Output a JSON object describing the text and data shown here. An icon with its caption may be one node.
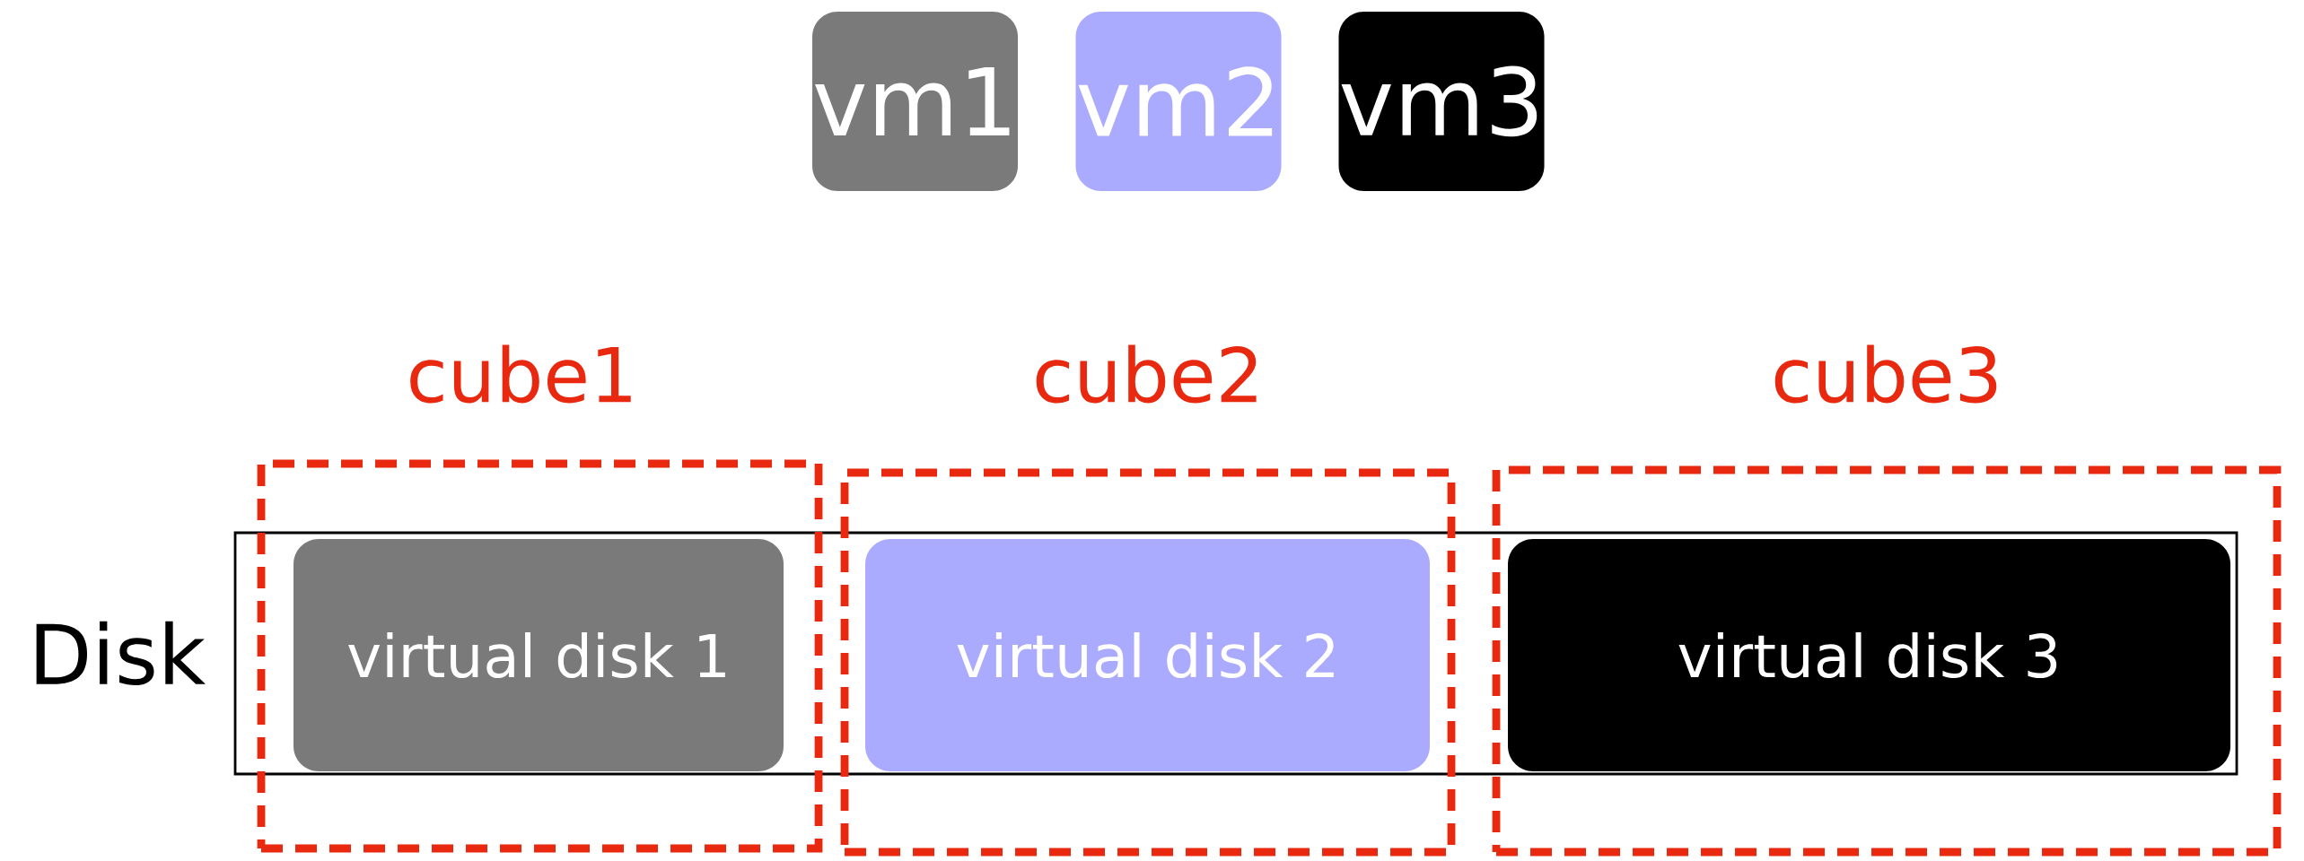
{
  "diagram": {
    "nodes": [
      {
        "text": [
          "vm1"
        ]
      },
      {
        "text": [
          "vm2"
        ]
      },
      {
        "text": [
          "vm3"
        ]
      },
      {
        "text": [
          "Disk"
        ]
      },
      {
        "text": [
          "cube1"
        ]
      },
      {
        "text": [
          "cube2"
        ]
      },
      {
        "text": [
          "cube3"
        ]
      },
      {
        "text": [
          "virtual disk 1"
        ]
      },
      {
        "text": [
          "virtual disk 2"
        ]
      },
      {
        "text": [
          "virtual disk 3"
        ]
      }
    ]
  }
}
